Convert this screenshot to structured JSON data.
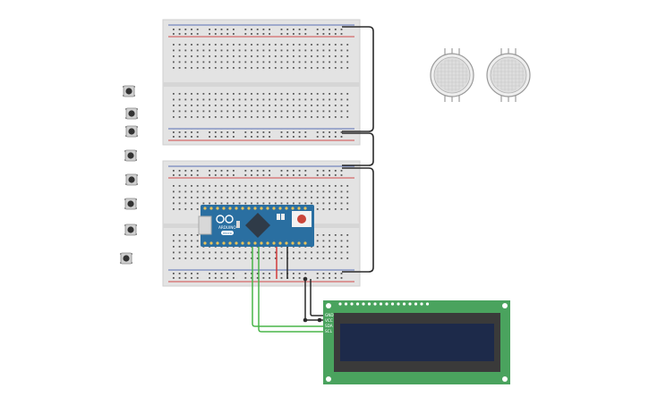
{
  "canvas": {
    "background": "#ffffff"
  },
  "colors": {
    "breadboard": "#e3e3e3",
    "breadboard_edge": "#cfcfcf",
    "rail_red": "#d24b4b",
    "rail_blue": "#5a6fb5",
    "wire_black": "#2b2b2b",
    "wire_red": "#d23b3b",
    "wire_green": "#49b549",
    "arduino_blue": "#2a6fa1",
    "lcd_green": "#4aa35e",
    "lcd_screen": "#1d2a4a"
  },
  "components": {
    "breadboard_top": {
      "name": "breadboard"
    },
    "breadboard_bottom": {
      "name": "breadboard"
    },
    "arduino": {
      "name": "Arduino Micro",
      "logo_text": "ARDUINO",
      "model_text": "micro"
    },
    "gas_sensors": [
      {
        "name": "gas-sensor"
      },
      {
        "name": "gas-sensor"
      }
    ],
    "push_buttons": [
      {
        "name": "push-button"
      },
      {
        "name": "push-button"
      },
      {
        "name": "push-button"
      },
      {
        "name": "push-button"
      },
      {
        "name": "push-button"
      },
      {
        "name": "push-button"
      },
      {
        "name": "push-button"
      },
      {
        "name": "push-button"
      }
    ],
    "lcd": {
      "name": "I2C LCD 16x2",
      "pins": [
        "GND",
        "VCC",
        "SDA",
        "SCL"
      ]
    }
  }
}
